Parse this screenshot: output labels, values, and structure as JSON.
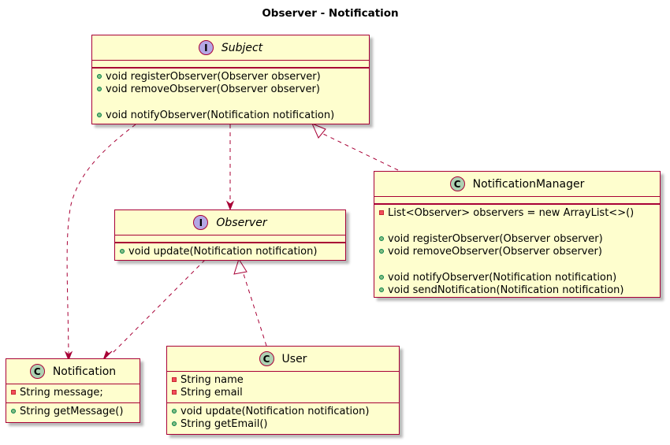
{
  "title": "Observer - Notification",
  "colors": {
    "box_fill": "#FEFECE",
    "border": "#A80036",
    "interface_badge": "#B4A7E5",
    "class_badge": "#ADD1B2"
  },
  "classes": {
    "subject": {
      "stereotype": "I",
      "name": "Subject",
      "kind": "interface",
      "fields": [],
      "methods": [
        {
          "vis": "public",
          "text": "void registerObserver(Observer observer)"
        },
        {
          "vis": "public",
          "text": "void removeObserver(Observer observer)"
        },
        {
          "vis": "none",
          "text": ""
        },
        {
          "vis": "public",
          "text": "void notifyObserver(Notification notification)"
        }
      ]
    },
    "observer": {
      "stereotype": "I",
      "name": "Observer",
      "kind": "interface",
      "fields": [],
      "methods": [
        {
          "vis": "public",
          "text": "void update(Notification notification)"
        }
      ]
    },
    "notification_manager": {
      "stereotype": "C",
      "name": "NotificationManager",
      "kind": "class",
      "members": [
        {
          "vis": "private",
          "text": "List<Observer> observers = new ArrayList<>()"
        },
        {
          "vis": "none",
          "text": ""
        },
        {
          "vis": "public",
          "text": "void registerObserver(Observer observer)"
        },
        {
          "vis": "public",
          "text": "void removeObserver(Observer observer)"
        },
        {
          "vis": "none",
          "text": ""
        },
        {
          "vis": "public",
          "text": "void notifyObserver(Notification notification)"
        },
        {
          "vis": "public",
          "text": "void sendNotification(Notification notification)"
        }
      ]
    },
    "notification": {
      "stereotype": "C",
      "name": "Notification",
      "kind": "class",
      "fields": [
        {
          "vis": "private",
          "text": "String message;"
        }
      ],
      "methods": [
        {
          "vis": "public",
          "text": "String getMessage()"
        }
      ]
    },
    "user": {
      "stereotype": "C",
      "name": "User",
      "kind": "class",
      "fields": [
        {
          "vis": "private",
          "text": "String name"
        },
        {
          "vis": "private",
          "text": "String email"
        }
      ],
      "methods": [
        {
          "vis": "public",
          "text": "void update(Notification notification)"
        },
        {
          "vis": "public",
          "text": "String getEmail()"
        }
      ]
    }
  },
  "relations": [
    {
      "from": "Subject",
      "to": "Observer",
      "type": "dependency"
    },
    {
      "from": "Subject",
      "to": "Notification",
      "type": "dependency"
    },
    {
      "from": "NotificationManager",
      "to": "Subject",
      "type": "realization"
    },
    {
      "from": "Observer",
      "to": "Notification",
      "type": "dependency"
    },
    {
      "from": "User",
      "to": "Observer",
      "type": "realization"
    }
  ]
}
